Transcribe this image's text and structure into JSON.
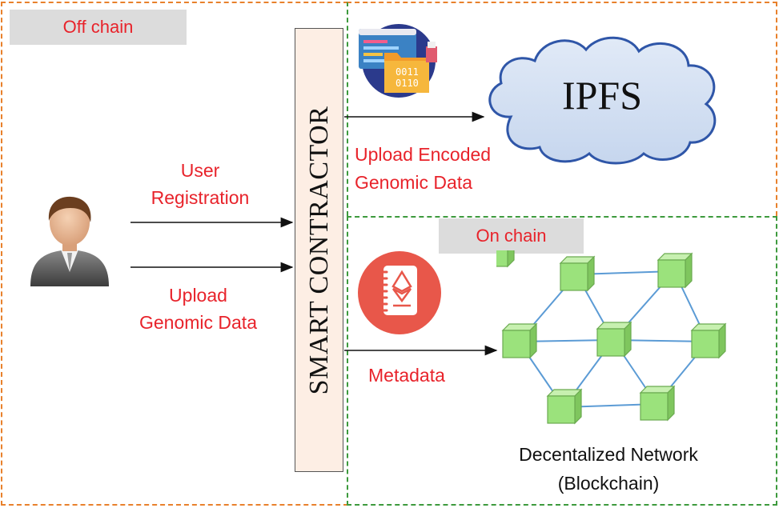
{
  "regions": {
    "off_chain": "Off chain",
    "on_chain": "On chain"
  },
  "contract": {
    "label": "SMART CONTRACTOR"
  },
  "storage": {
    "label": "IPFS"
  },
  "flows": {
    "user_registration": [
      "User",
      "Registration"
    ],
    "upload_genomic": [
      "Upload",
      "Genomic Data"
    ],
    "upload_encoded": [
      "Upload Encoded",
      "Genomic Data"
    ],
    "metadata": "Metadata"
  },
  "network": {
    "line1": "Decentalized Network",
    "line2": "(Blockchain)"
  },
  "icons": [
    "user-avatar-icon",
    "data-files-icon",
    "ethereum-ledger-icon",
    "blockchain-block-icon"
  ],
  "colors": {
    "label_red": "#e8232b",
    "off_chain_border": "#e8812c",
    "on_chain_border": "#3d9a3d",
    "contract_fill": "#fdeee4",
    "block_green": "#9be27c",
    "link_blue": "#5b9bd5"
  }
}
